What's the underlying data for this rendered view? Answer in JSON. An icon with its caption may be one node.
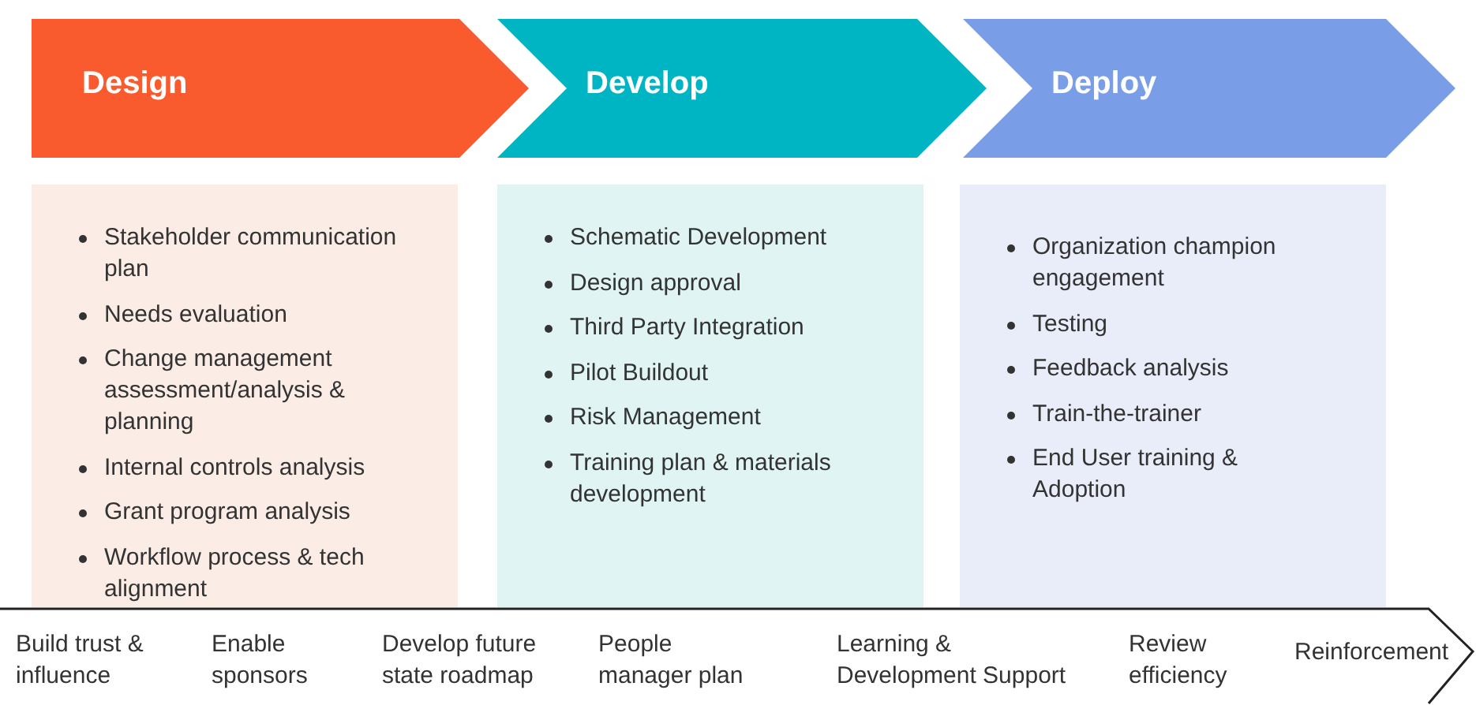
{
  "diagram": {
    "nodes": [
      {
        "text": [
          "Design"
        ]
      },
      {
        "text": [
          "Develop"
        ]
      },
      {
        "text": [
          "Deploy"
        ]
      },
      {
        "text": [
          "Stakeholder communication plan",
          "Needs evaluation",
          "Change management assessment/analysis & planning",
          "Internal controls analysis",
          "Grant program analysis",
          "Workflow process & tech alignment"
        ]
      },
      {
        "text": [
          "Schematic Development",
          "Design approval",
          "Third Party Integration",
          "Pilot Buildout",
          "Risk Management",
          "Training plan & materials development"
        ]
      },
      {
        "text": [
          "Organization champion engagement",
          "Testing",
          "Feedback analysis",
          "Train-the-trainer",
          "End User training & Adoption"
        ]
      },
      {
        "text": [
          "Build trust & influence",
          "Enable sponsors",
          "Develop future state roadmap",
          "People manager plan",
          "Learning & Development Support",
          "Review efficiency",
          "Reinforcement"
        ]
      }
    ],
    "edges": []
  }
}
